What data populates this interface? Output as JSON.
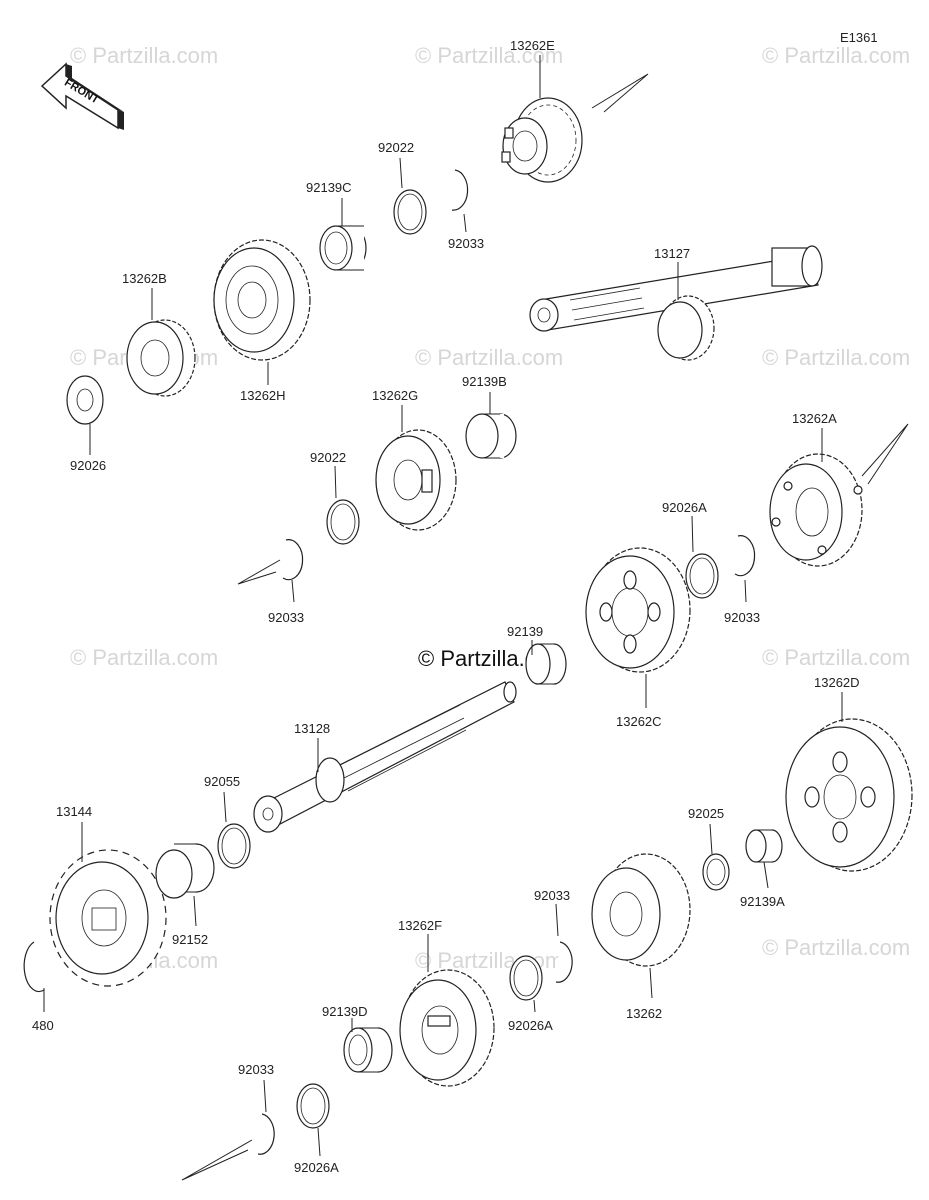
{
  "diagram_code": "E1361",
  "front_label": "FRONT",
  "watermark": "© Partzilla.com",
  "labels": {
    "p13262E": "13262E",
    "p92022a": "92022",
    "p92139C": "92139C",
    "p92033a": "92033",
    "p13262B": "13262B",
    "p13262H": "13262H",
    "p92026a": "92026",
    "p13127": "13127",
    "p13262G": "13262G",
    "p92139B": "92139B",
    "p92022b": "92022",
    "p13262A": "13262A",
    "p92026A1": "92026A",
    "p92033b": "92033",
    "p92033c": "92033",
    "p92139": "92139",
    "p13262C": "13262C",
    "p13262D": "13262D",
    "p13128": "13128",
    "p92055": "92055",
    "p13144": "13144",
    "p92152": "92152",
    "p92025": "92025",
    "p92139A": "92139A",
    "p480": "480",
    "p92033d": "92033",
    "p13262F": "13262F",
    "p13262": "13262",
    "p92139D": "92139D",
    "p92026A2": "92026A",
    "p92033e": "92033",
    "p92026A3": "92026A"
  }
}
